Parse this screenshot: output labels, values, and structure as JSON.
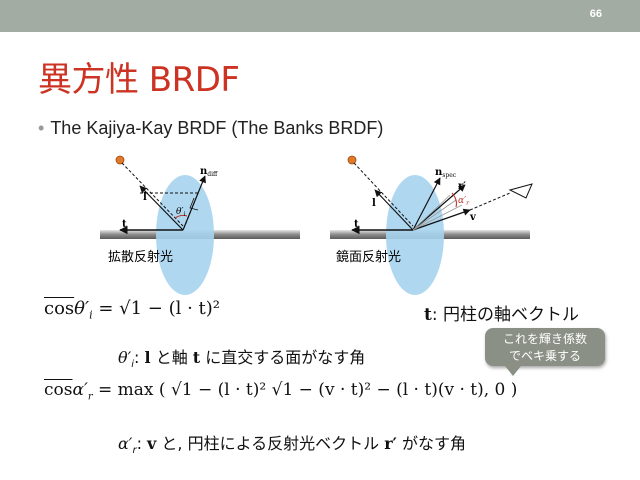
{
  "page_number": "66",
  "title": "異方性 BRDF",
  "bullet": "The Kajiya-Kay BRDF (The Banks BRDF)",
  "diagram_left": {
    "caption": "拡散反射光",
    "label_n": "n",
    "label_n_sub": "diff",
    "label_l": "l",
    "label_t": "t",
    "label_theta": "θ′",
    "label_theta_sub": "i"
  },
  "diagram_right": {
    "caption": "鏡面反射光",
    "label_n": "n",
    "label_n_sub": "spec",
    "label_l": "l",
    "label_t": "t",
    "label_r": "r′",
    "label_v": "v",
    "label_alpha": "α′",
    "label_alpha_sub": "r"
  },
  "eq1": {
    "lhs": "cos",
    "lhs_var": "θ′",
    "lhs_sub": "i",
    "rhs": "= √1 − (l · t)²"
  },
  "t_def": {
    "symbol": "t",
    "text": ": 円柱の軸ベクトル"
  },
  "theta_def": {
    "symbol": "θ′",
    "sub": "i",
    "text_a": ": ",
    "l": "l",
    "text_b": " と軸 ",
    "t": "t",
    "text_c": " に直交する面がなす角"
  },
  "callout": {
    "line1": "これを輝き係数",
    "line2": "でベキ乗する"
  },
  "eq2": {
    "lhs": "cos",
    "lhs_var": "α′",
    "lhs_sub": "r",
    "rhs": "= max ( √1 − (l · t)² √1 − (v · t)² − (l · t)(v · t), 0 )"
  },
  "alpha_def": {
    "symbol": "α′",
    "sub": "r",
    "text_a": ": ",
    "v": "v",
    "text_b": " と, 円柱による反射光ベクトル ",
    "r": "r′",
    "text_c": " がなす角"
  }
}
